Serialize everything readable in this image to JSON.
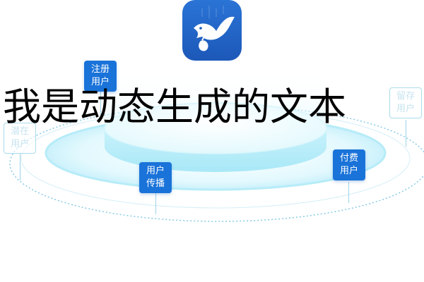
{
  "app_icon": {
    "icon": "dove-carrying-bag-icon",
    "background": "#2266c8"
  },
  "tags": {
    "register": {
      "line1": "注册",
      "line2": "用户"
    },
    "potential": {
      "line1": "潜在",
      "line2": "用户"
    },
    "spread": {
      "line1": "用户",
      "line2": "传播"
    },
    "paying": {
      "line1": "付费",
      "line2": "用户"
    },
    "retained": {
      "line1": "留存",
      "line2": "用户"
    }
  },
  "caption": {
    "text": "我是动态生成的文本"
  },
  "colors": {
    "tag_blue": "#1a73d9",
    "platform_cyan": "#bdf1fb",
    "ring_dots": "#7fc6e4"
  }
}
